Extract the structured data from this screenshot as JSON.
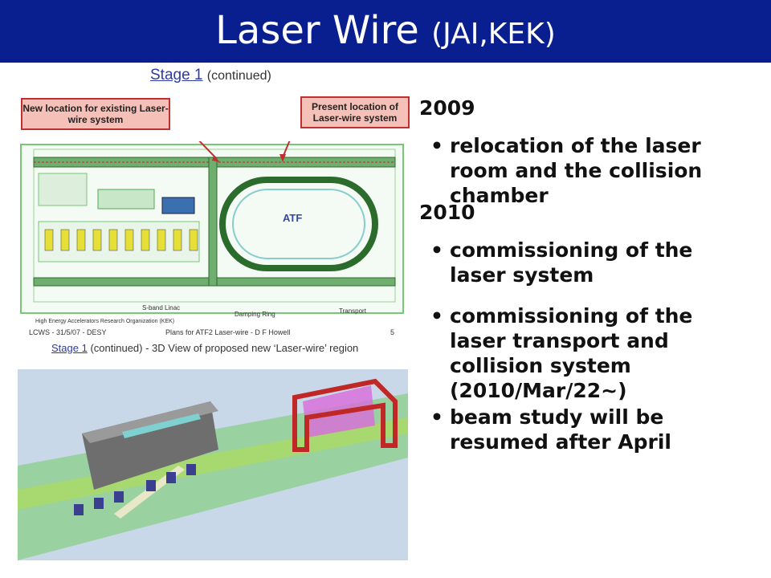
{
  "header": {
    "title_main": "Laser Wire",
    "title_sub": "(JAI,KEK)",
    "bg_color": "#0a1f8f"
  },
  "figure_top": {
    "stage_label": "Stage 1",
    "stage_suffix": "(continued)",
    "callout_left": "New location for existing Laser-wire system",
    "callout_right": "Present location of Laser-wire system",
    "atf_label": "ATF",
    "labels": {
      "sband": "S-band Linac",
      "damping": "Damping Ring",
      "transport": "Transport",
      "org": "High Energy Accelerators Research Organization (KEK)"
    },
    "footer": {
      "left": "LCWS  -  31/5/07  -  DESY",
      "mid": "Plans for ATF2 Laser-wire  -  D F Howell",
      "right": "5"
    },
    "stage2_label": "Stage 1",
    "stage2_rest": "(continued)  -  3D View of proposed new ‘Laser-wire’ region"
  },
  "content": {
    "year_2009": "2009",
    "bullet_1": "relocation of the laser room and the collision chamber",
    "year_2010": "2010",
    "bullet_2": "commissioning of the laser system",
    "bullet_3": "commissioning of the laser transport and collision system (2010/Mar/22~)",
    "bullet_4": "beam study will be resumed after April",
    "bullet_glyph": "•"
  }
}
